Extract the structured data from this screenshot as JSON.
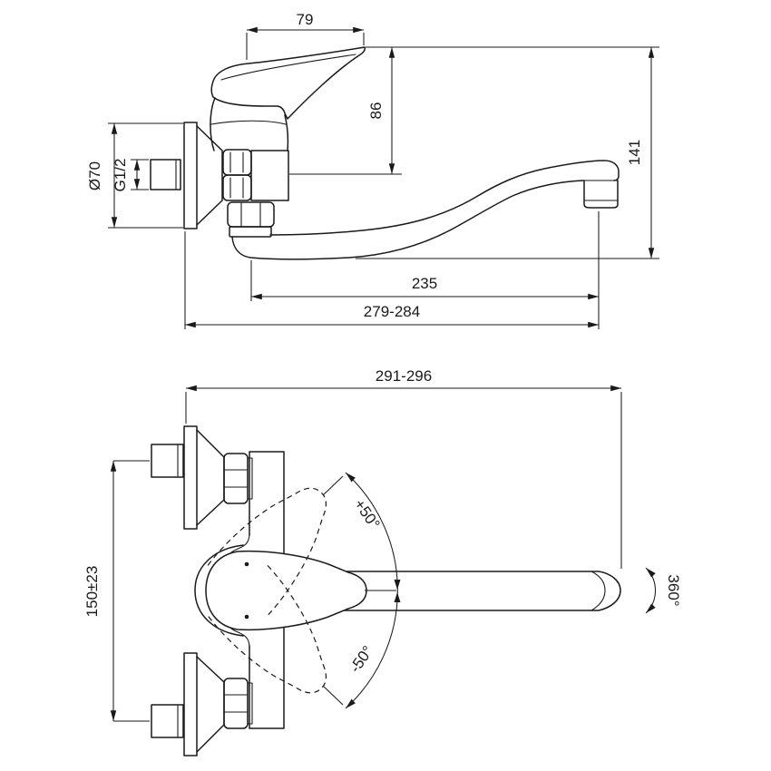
{
  "drawing": {
    "side_view": {
      "handle_projection": "79",
      "handle_height": "86",
      "total_height": "141",
      "rosette_diameter": "Ø70",
      "connection_thread": "G1/2",
      "spout_reach": "235",
      "total_depth": "279-284"
    },
    "plan_view": {
      "total_width": "291-296",
      "center_distance": "150±23",
      "handle_angle_up": "+50°",
      "handle_angle_down": "-50°",
      "spout_rotation": "360°"
    },
    "colors": {
      "line": "#1a1a1a",
      "background": "#ffffff"
    }
  }
}
